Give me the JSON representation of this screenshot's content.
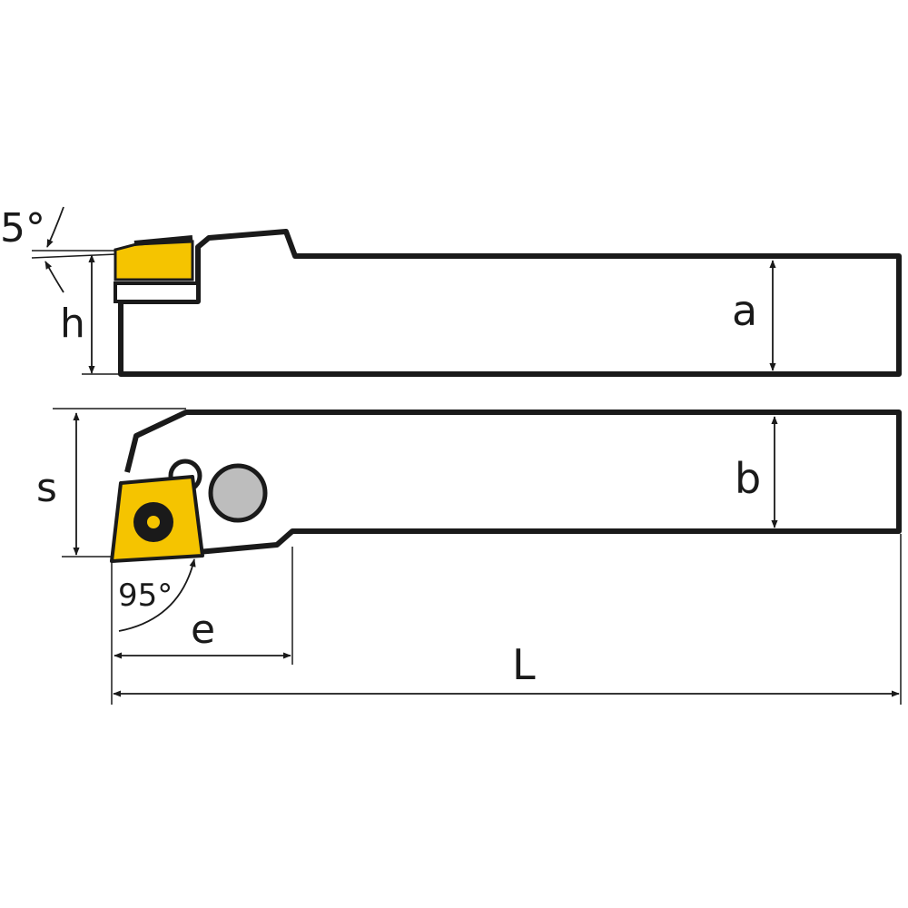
{
  "colors": {
    "line": "#1a1a1a",
    "insert": "#f5c400",
    "pin": "#bdbdbd",
    "background": "#ffffff"
  },
  "labels": {
    "angle_top": "5°",
    "h": "h",
    "a": "a",
    "s": "s",
    "b": "b",
    "angle_bottom": "95°",
    "e": "e",
    "L": "L"
  }
}
